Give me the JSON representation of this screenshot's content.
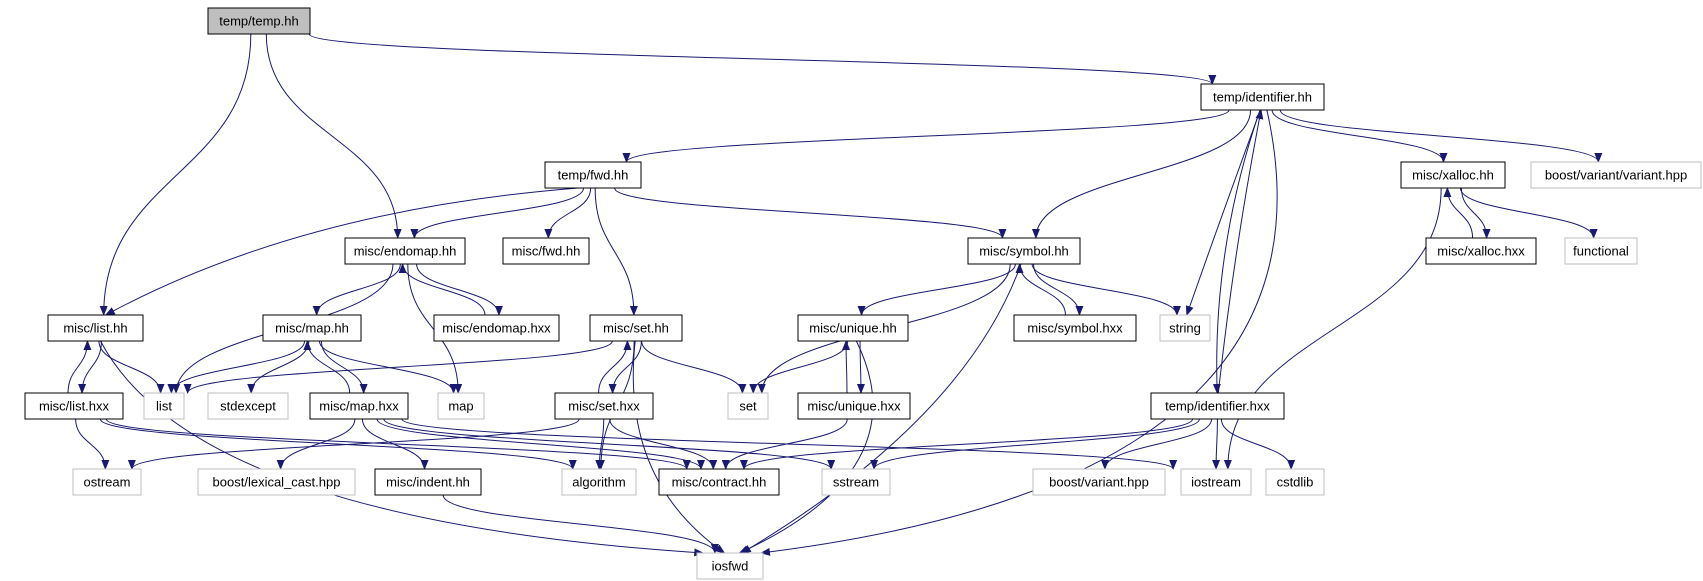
{
  "colors": {
    "edge": "#191970",
    "root_fill": "#bfbfbf",
    "documented_border": "#000000",
    "external_border": "#bfbfbf"
  },
  "nodes": [
    {
      "id": "temp_temp_hh",
      "label": "temp/temp.hh",
      "kind": "root"
    },
    {
      "id": "temp_identifier_hh",
      "label": "temp/identifier.hh",
      "kind": "documented"
    },
    {
      "id": "temp_fwd_hh",
      "label": "temp/fwd.hh",
      "kind": "documented"
    },
    {
      "id": "misc_xalloc_hh",
      "label": "misc/xalloc.hh",
      "kind": "documented"
    },
    {
      "id": "boost_variant_variant_hpp",
      "label": "boost/variant/variant.hpp",
      "kind": "external"
    },
    {
      "id": "misc_endomap_hh",
      "label": "misc/endomap.hh",
      "kind": "documented"
    },
    {
      "id": "misc_fwd_hh",
      "label": "misc/fwd.hh",
      "kind": "documented"
    },
    {
      "id": "misc_symbol_hh",
      "label": "misc/symbol.hh",
      "kind": "documented"
    },
    {
      "id": "misc_xalloc_hxx",
      "label": "misc/xalloc.hxx",
      "kind": "documented"
    },
    {
      "id": "functional",
      "label": "functional",
      "kind": "external"
    },
    {
      "id": "misc_list_hh",
      "label": "misc/list.hh",
      "kind": "documented"
    },
    {
      "id": "misc_map_hh",
      "label": "misc/map.hh",
      "kind": "documented"
    },
    {
      "id": "misc_endomap_hxx",
      "label": "misc/endomap.hxx",
      "kind": "documented"
    },
    {
      "id": "misc_set_hh",
      "label": "misc/set.hh",
      "kind": "documented"
    },
    {
      "id": "misc_unique_hh",
      "label": "misc/unique.hh",
      "kind": "documented"
    },
    {
      "id": "misc_symbol_hxx",
      "label": "misc/symbol.hxx",
      "kind": "documented"
    },
    {
      "id": "string",
      "label": "string",
      "kind": "external"
    },
    {
      "id": "misc_list_hxx",
      "label": "misc/list.hxx",
      "kind": "documented"
    },
    {
      "id": "list",
      "label": "list",
      "kind": "external"
    },
    {
      "id": "stdexcept",
      "label": "stdexcept",
      "kind": "external"
    },
    {
      "id": "misc_map_hxx",
      "label": "misc/map.hxx",
      "kind": "documented"
    },
    {
      "id": "map",
      "label": "map",
      "kind": "external"
    },
    {
      "id": "misc_set_hxx",
      "label": "misc/set.hxx",
      "kind": "documented"
    },
    {
      "id": "set",
      "label": "set",
      "kind": "external"
    },
    {
      "id": "misc_unique_hxx",
      "label": "misc/unique.hxx",
      "kind": "documented"
    },
    {
      "id": "temp_identifier_hxx",
      "label": "temp/identifier.hxx",
      "kind": "documented"
    },
    {
      "id": "ostream",
      "label": "ostream",
      "kind": "external"
    },
    {
      "id": "boost_lexical_cast_hpp",
      "label": "boost/lexical_cast.hpp",
      "kind": "external"
    },
    {
      "id": "misc_indent_hh",
      "label": "misc/indent.hh",
      "kind": "documented"
    },
    {
      "id": "algorithm",
      "label": "algorithm",
      "kind": "external"
    },
    {
      "id": "misc_contract_hh",
      "label": "misc/contract.hh",
      "kind": "documented"
    },
    {
      "id": "sstream",
      "label": "sstream",
      "kind": "external"
    },
    {
      "id": "boost_variant_hpp",
      "label": "boost/variant.hpp",
      "kind": "external"
    },
    {
      "id": "iostream",
      "label": "iostream",
      "kind": "external"
    },
    {
      "id": "cstdlib",
      "label": "cstdlib",
      "kind": "external"
    },
    {
      "id": "iosfwd",
      "label": "iosfwd",
      "kind": "external"
    }
  ],
  "edges": [
    [
      "temp_temp_hh",
      "temp_identifier_hh"
    ],
    [
      "temp_temp_hh",
      "misc_endomap_hh"
    ],
    [
      "temp_temp_hh",
      "misc_list_hh"
    ],
    [
      "temp_identifier_hh",
      "temp_fwd_hh"
    ],
    [
      "temp_identifier_hh",
      "misc_symbol_hh"
    ],
    [
      "temp_identifier_hh",
      "misc_xalloc_hh"
    ],
    [
      "temp_identifier_hh",
      "boost_variant_variant_hpp"
    ],
    [
      "temp_identifier_hh",
      "string"
    ],
    [
      "temp_identifier_hh",
      "temp_identifier_hxx"
    ],
    [
      "temp_identifier_hh",
      "iosfwd"
    ],
    [
      "temp_identifier_hxx",
      "temp_identifier_hh"
    ],
    [
      "temp_fwd_hh",
      "misc_list_hh"
    ],
    [
      "temp_fwd_hh",
      "misc_endomap_hh"
    ],
    [
      "temp_fwd_hh",
      "misc_fwd_hh"
    ],
    [
      "temp_fwd_hh",
      "misc_set_hh"
    ],
    [
      "temp_fwd_hh",
      "misc_symbol_hh"
    ],
    [
      "misc_xalloc_hh",
      "misc_xalloc_hxx"
    ],
    [
      "misc_xalloc_hxx",
      "misc_xalloc_hh"
    ],
    [
      "misc_xalloc_hh",
      "functional"
    ],
    [
      "misc_xalloc_hh",
      "iostream"
    ],
    [
      "misc_endomap_hh",
      "list"
    ],
    [
      "misc_endomap_hh",
      "misc_map_hh"
    ],
    [
      "misc_endomap_hh",
      "map"
    ],
    [
      "misc_endomap_hh",
      "misc_endomap_hxx"
    ],
    [
      "misc_endomap_hxx",
      "misc_endomap_hh"
    ],
    [
      "misc_symbol_hh",
      "set"
    ],
    [
      "misc_symbol_hh",
      "misc_unique_hh"
    ],
    [
      "misc_symbol_hh",
      "misc_symbol_hxx"
    ],
    [
      "misc_symbol_hxx",
      "misc_symbol_hh"
    ],
    [
      "misc_symbol_hh",
      "string"
    ],
    [
      "misc_symbol_hh",
      "iosfwd"
    ],
    [
      "misc_list_hh",
      "misc_list_hxx"
    ],
    [
      "misc_list_hxx",
      "misc_list_hh"
    ],
    [
      "misc_list_hh",
      "list"
    ],
    [
      "misc_list_hh",
      "iosfwd"
    ],
    [
      "misc_map_hh",
      "list"
    ],
    [
      "misc_map_hh",
      "stdexcept"
    ],
    [
      "misc_map_hh",
      "misc_map_hxx"
    ],
    [
      "misc_map_hxx",
      "misc_map_hh"
    ],
    [
      "misc_map_hh",
      "map"
    ],
    [
      "misc_set_hh",
      "list"
    ],
    [
      "misc_set_hh",
      "misc_set_hxx"
    ],
    [
      "misc_set_hxx",
      "misc_set_hh"
    ],
    [
      "misc_set_hh",
      "set"
    ],
    [
      "misc_set_hh",
      "algorithm"
    ],
    [
      "misc_set_hh",
      "iosfwd"
    ],
    [
      "misc_unique_hh",
      "set"
    ],
    [
      "misc_unique_hh",
      "misc_unique_hxx"
    ],
    [
      "misc_unique_hxx",
      "misc_unique_hh"
    ],
    [
      "misc_unique_hh",
      "iosfwd"
    ],
    [
      "misc_list_hxx",
      "ostream"
    ],
    [
      "misc_list_hxx",
      "algorithm"
    ],
    [
      "misc_list_hxx",
      "misc_contract_hh"
    ],
    [
      "misc_map_hxx",
      "boost_lexical_cast_hpp"
    ],
    [
      "misc_map_hxx",
      "misc_indent_hh"
    ],
    [
      "misc_map_hxx",
      "misc_contract_hh"
    ],
    [
      "misc_map_hxx",
      "sstream"
    ],
    [
      "misc_map_hxx",
      "iostream"
    ],
    [
      "misc_set_hxx",
      "ostream"
    ],
    [
      "misc_set_hxx",
      "algorithm"
    ],
    [
      "misc_set_hxx",
      "misc_contract_hh"
    ],
    [
      "misc_unique_hxx",
      "misc_contract_hh"
    ],
    [
      "temp_identifier_hxx",
      "misc_contract_hh"
    ],
    [
      "temp_identifier_hxx",
      "sstream"
    ],
    [
      "temp_identifier_hxx",
      "boost_variant_hpp"
    ],
    [
      "temp_identifier_hxx",
      "iostream"
    ],
    [
      "temp_identifier_hxx",
      "cstdlib"
    ],
    [
      "misc_indent_hh",
      "iosfwd"
    ]
  ]
}
